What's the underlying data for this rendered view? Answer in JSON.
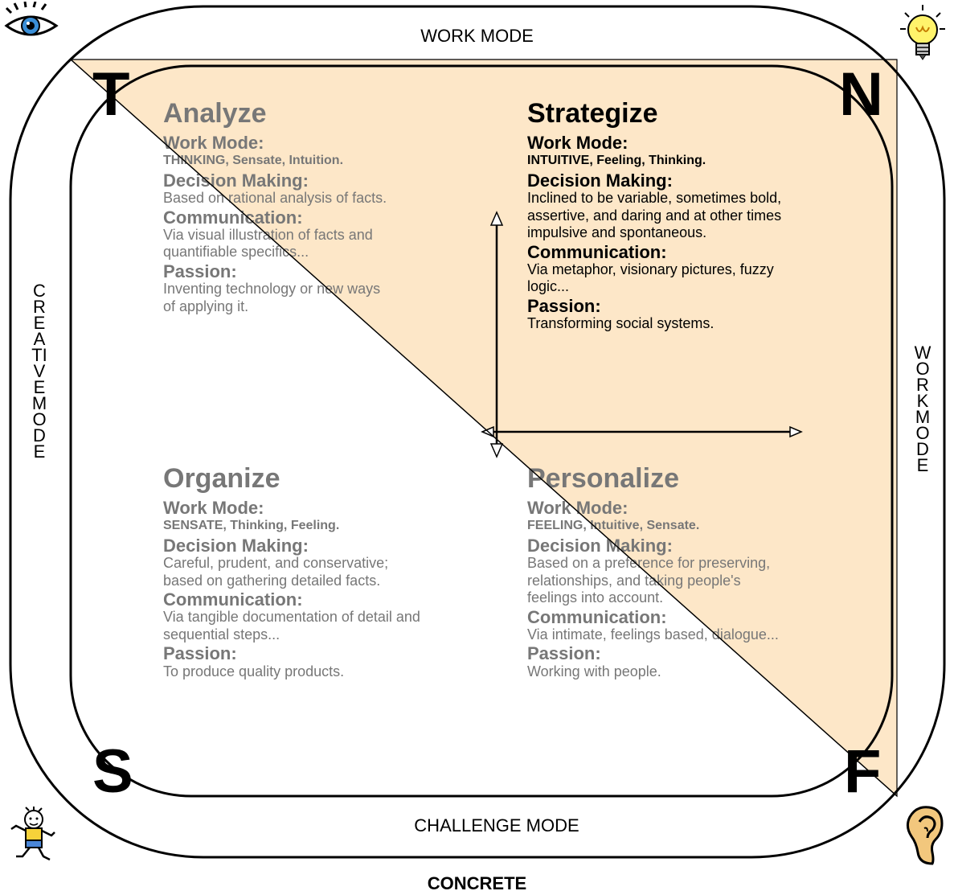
{
  "labels": {
    "top_mode": "WORK MODE",
    "bottom_mode": "CHALLENGE MODE",
    "left_mode": "CREATIVE MODE",
    "right_mode": "WORK MODE",
    "bottom_title": "CONCRETE"
  },
  "corners": {
    "tl": "T",
    "tr": "N",
    "bl": "S",
    "br": "F"
  },
  "quadrants": {
    "analyze": {
      "title": "Analyze",
      "work_mode_label": "Work Mode:",
      "work_mode_value": "THINKING, Sensate, Intuition.",
      "decision_label": "Decision Making:",
      "decision_lines": [
        "Based on rational analysis of facts."
      ],
      "communication_label": "Communication:",
      "communication_lines": [
        "Via visual illustration of facts and",
        "quantifiable specifics..."
      ],
      "passion_label": "Passion:",
      "passion_lines": [
        "Inventing technology or new ways",
        "of applying it."
      ]
    },
    "strategize": {
      "title": "Strategize",
      "work_mode_label": "Work Mode:",
      "work_mode_value": "INTUITIVE, Feeling, Thinking.",
      "decision_label": "Decision Making:",
      "decision_lines": [
        "Inclined to be variable, sometimes bold,",
        "assertive, and daring and at other times",
        "impulsive and spontaneous."
      ],
      "communication_label": "Communication:",
      "communication_lines": [
        "Via metaphor, visionary pictures, fuzzy",
        "logic..."
      ],
      "passion_label": "Passion:",
      "passion_lines": [
        "Transforming social systems."
      ]
    },
    "organize": {
      "title": "Organize",
      "work_mode_label": "Work Mode:",
      "work_mode_value": "SENSATE, Thinking, Feeling.",
      "decision_label": "Decision Making:",
      "decision_lines": [
        "Careful, prudent, and conservative;",
        "based on gathering detailed facts."
      ],
      "communication_label": "Communication:",
      "communication_lines": [
        "Via tangible documentation of detail and",
        "sequential steps..."
      ],
      "passion_label": "Passion:",
      "passion_lines": [
        "To produce quality products."
      ]
    },
    "personalize": {
      "title": "Personalize",
      "work_mode_label": "Work Mode:",
      "work_mode_value": "FEELING, Intuitive, Sensate.",
      "decision_label": "Decision Making:",
      "decision_lines": [
        "Based on a preference for preserving,",
        "relationships, and taking people's",
        "feelings into account."
      ],
      "communication_label": "Communication:",
      "communication_lines": [
        "Via intimate, feelings based, dialogue..."
      ],
      "passion_label": "Passion:",
      "passion_lines": [
        "Working with people."
      ]
    }
  },
  "colors": {
    "triangle_fill": "#fde7c8",
    "muted_text": "#777777",
    "text": "#000000"
  },
  "icons": {
    "top_left": "eye-icon",
    "top_right": "lightbulb-icon",
    "bottom_left": "running-child-icon",
    "bottom_right": "ear-icon"
  }
}
